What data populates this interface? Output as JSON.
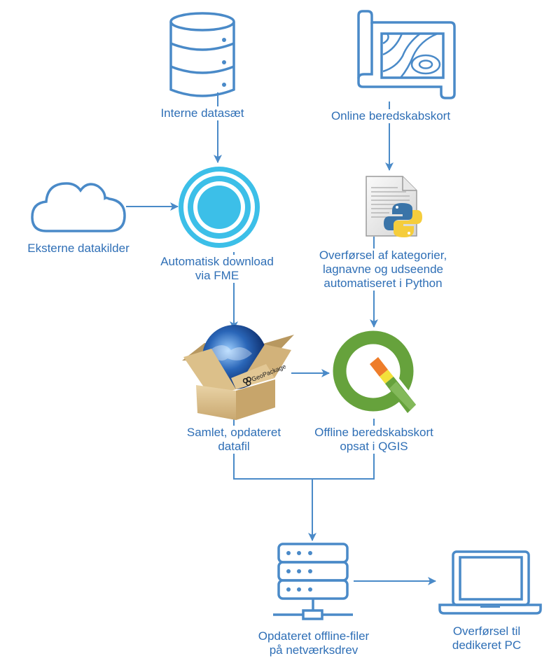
{
  "colors": {
    "line": "#4a8ac8",
    "icon": "#4a8ac8",
    "text": "#2f6fb6",
    "fme": "#3cbfe8",
    "qgis_green": "#66a23c",
    "qgis_orange": "#ee7d2a",
    "qgis_yellow": "#f3e13a"
  },
  "nodes": {
    "internal_data": {
      "icon": "database-icon",
      "lines": [
        "Interne datasæt"
      ]
    },
    "online_map": {
      "icon": "map-scroll-icon",
      "lines": [
        "Online beredskabskort"
      ]
    },
    "external_sources": {
      "icon": "cloud-icon",
      "lines": [
        "Eksterne datakilder"
      ]
    },
    "fme": {
      "icon": "fme-target-icon",
      "lines": [
        "Automatisk download",
        "via FME"
      ]
    },
    "python": {
      "icon": "python-script-icon",
      "lines": [
        "Overførsel af kategorier,",
        "lagnavne og udseende",
        "automatiseret i Python"
      ]
    },
    "geopackage": {
      "icon": "geopackage-box-icon",
      "badge": "GeoPackage",
      "lines": [
        "Samlet, opdateret",
        "datafil"
      ]
    },
    "qgis": {
      "icon": "qgis-logo-icon",
      "lines": [
        "Offline beredskabskort",
        "opsat i QGIS"
      ]
    },
    "network_drive": {
      "icon": "server-network-icon",
      "lines": [
        "Opdateret offline-filer",
        "på netværksdrev"
      ]
    },
    "pc": {
      "icon": "laptop-icon",
      "lines": [
        "Overførsel til",
        "dedikeret PC"
      ]
    }
  },
  "edges": [
    {
      "from": "internal_data",
      "to": "fme"
    },
    {
      "from": "external_sources",
      "to": "fme"
    },
    {
      "from": "online_map",
      "to": "python"
    },
    {
      "from": "fme",
      "to": "geopackage"
    },
    {
      "from": "python",
      "to": "qgis"
    },
    {
      "from": "geopackage",
      "to": "qgis"
    },
    {
      "from": "geopackage",
      "to": "network_drive"
    },
    {
      "from": "qgis",
      "to": "network_drive"
    },
    {
      "from": "network_drive",
      "to": "pc"
    }
  ]
}
